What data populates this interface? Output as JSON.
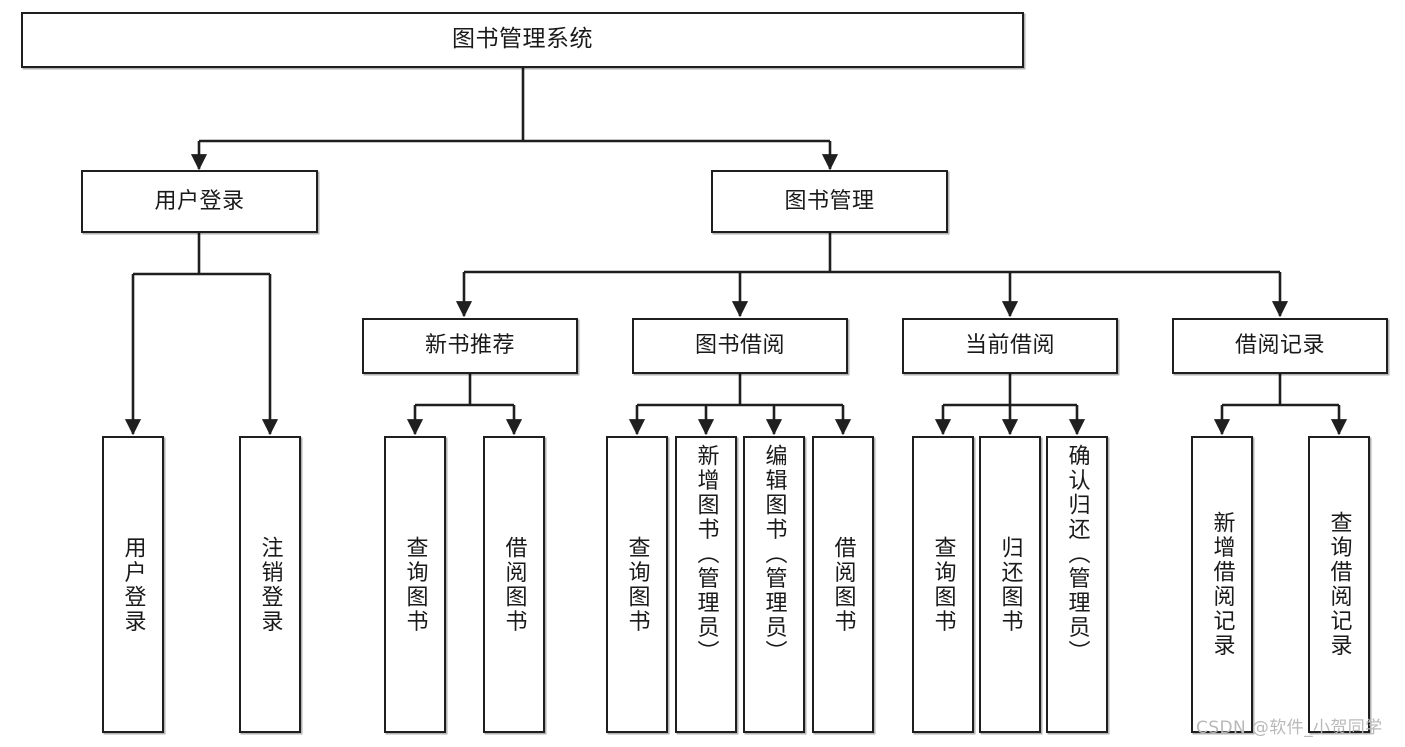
{
  "diagram": {
    "title": "图书管理系统",
    "type": "hierarchy-tree",
    "orientation": "top-down",
    "colors": {
      "box_border": "#1f1f1f",
      "box_fill": "#ffffff",
      "connector": "#1f1f1f",
      "text": "#1a1a1a",
      "watermark": "#b9b9b9",
      "background": "#ffffff"
    },
    "watermark": "CSDN @软件_小贺同学"
  },
  "nodes": {
    "root": {
      "label": "图书管理系统",
      "level": 0
    },
    "level1": [
      {
        "id": "user-login",
        "label": "用户登录"
      },
      {
        "id": "book-management",
        "label": "图书管理"
      }
    ],
    "level2": [
      {
        "id": "new-book-recommend",
        "label": "新书推荐",
        "parent": "book-management"
      },
      {
        "id": "book-borrow",
        "label": "图书借阅",
        "parent": "book-management"
      },
      {
        "id": "current-borrow",
        "label": "当前借阅",
        "parent": "book-management"
      },
      {
        "id": "borrow-record",
        "label": "借阅记录",
        "parent": "book-management"
      }
    ],
    "leaves": {
      "user-login": [
        {
          "id": "leaf-user-login",
          "label": "用户登录"
        },
        {
          "id": "leaf-logout-login",
          "label": "注销登录"
        }
      ],
      "new-book-recommend": [
        {
          "id": "leaf-query-book-1",
          "label": "查询图书"
        },
        {
          "id": "leaf-borrow-book-1",
          "label": "借阅图书"
        }
      ],
      "book-borrow": [
        {
          "id": "leaf-query-book-2",
          "label": "查询图书"
        },
        {
          "id": "leaf-add-book",
          "label": "新增图书（管理员）"
        },
        {
          "id": "leaf-edit-book",
          "label": "编辑图书（管理员）"
        },
        {
          "id": "leaf-borrow-book-2",
          "label": "借阅图书"
        }
      ],
      "current-borrow": [
        {
          "id": "leaf-query-book-3",
          "label": "查询图书"
        },
        {
          "id": "leaf-return-book",
          "label": "归还图书"
        },
        {
          "id": "leaf-confirm-return",
          "label": "确认归还（管理员）"
        }
      ],
      "borrow-record": [
        {
          "id": "leaf-add-record",
          "label": "新增借阅记录"
        },
        {
          "id": "leaf-query-record",
          "label": "查询借阅记录"
        }
      ]
    }
  }
}
